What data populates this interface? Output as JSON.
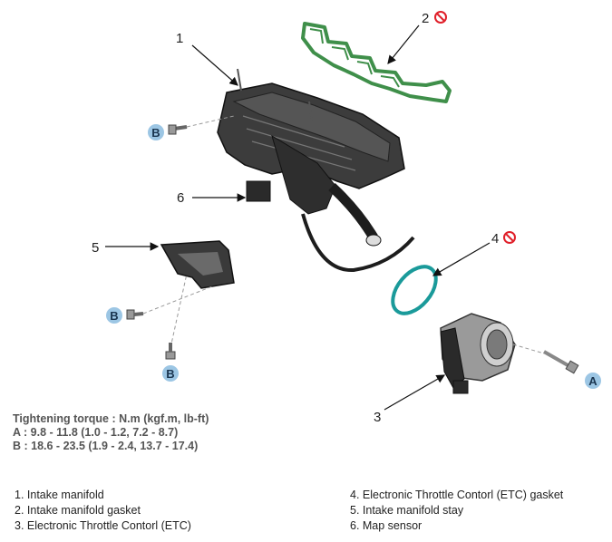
{
  "callouts": {
    "c1": "1",
    "c2": "2",
    "c3": "3",
    "c4": "4",
    "c5": "5",
    "c6": "6"
  },
  "badges": {
    "a": "A",
    "b": "B"
  },
  "torque": {
    "title": "Tightening torque : N.m (kgf.m, lb-ft)",
    "a": "A : 9.8 - 11.8 (1.0 - 1.2, 7.2 - 8.7)",
    "b": "B : 18.6 - 23.5 (1.9 - 2.4, 13.7 - 17.4)"
  },
  "legend": {
    "left": [
      "1. Intake manifold",
      "2. Intake manifold gasket",
      "3. Electronic Throttle Contorl (ETC)"
    ],
    "right": [
      "4. Electronic Throttle Contorl (ETC) gasket",
      "5. Intake manifold stay",
      "6. Map sensor"
    ]
  },
  "colors": {
    "badge_fill": "#9cc6e4",
    "no_reuse_red": "#e0202a",
    "gasket_green": "#3f8f4a",
    "etc_gasket_teal": "#1a9a9a"
  }
}
